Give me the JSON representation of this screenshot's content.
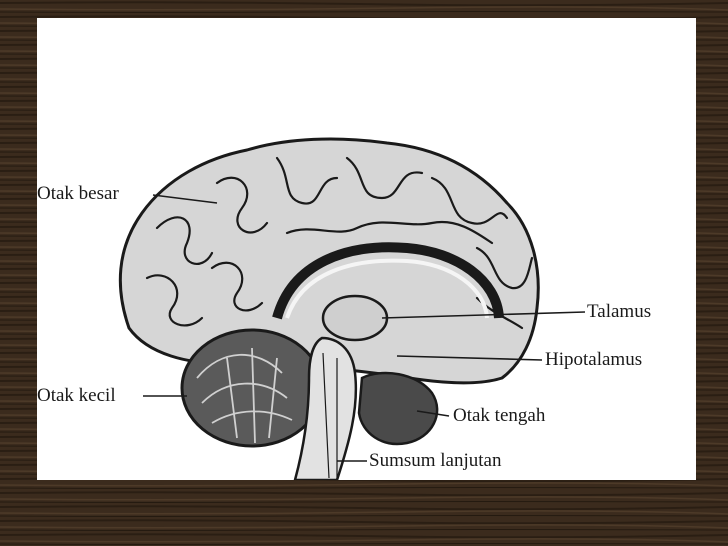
{
  "diagram": {
    "labels": {
      "cerebrum": "Otak besar",
      "cerebellum": "Otak kecil",
      "thalamus": "Talamus",
      "hypothalamus": "Hipotalamus",
      "midbrain": "Otak tengah",
      "medulla": "Sumsum lanjutan"
    }
  },
  "colors": {
    "wood_dark": "#2e2216",
    "wood_light": "#4a3726",
    "slide": "#ffffff",
    "brain_fill": "#d6d6d6",
    "dark_region": "#4a4a4a",
    "ink": "#1a1a1a"
  }
}
